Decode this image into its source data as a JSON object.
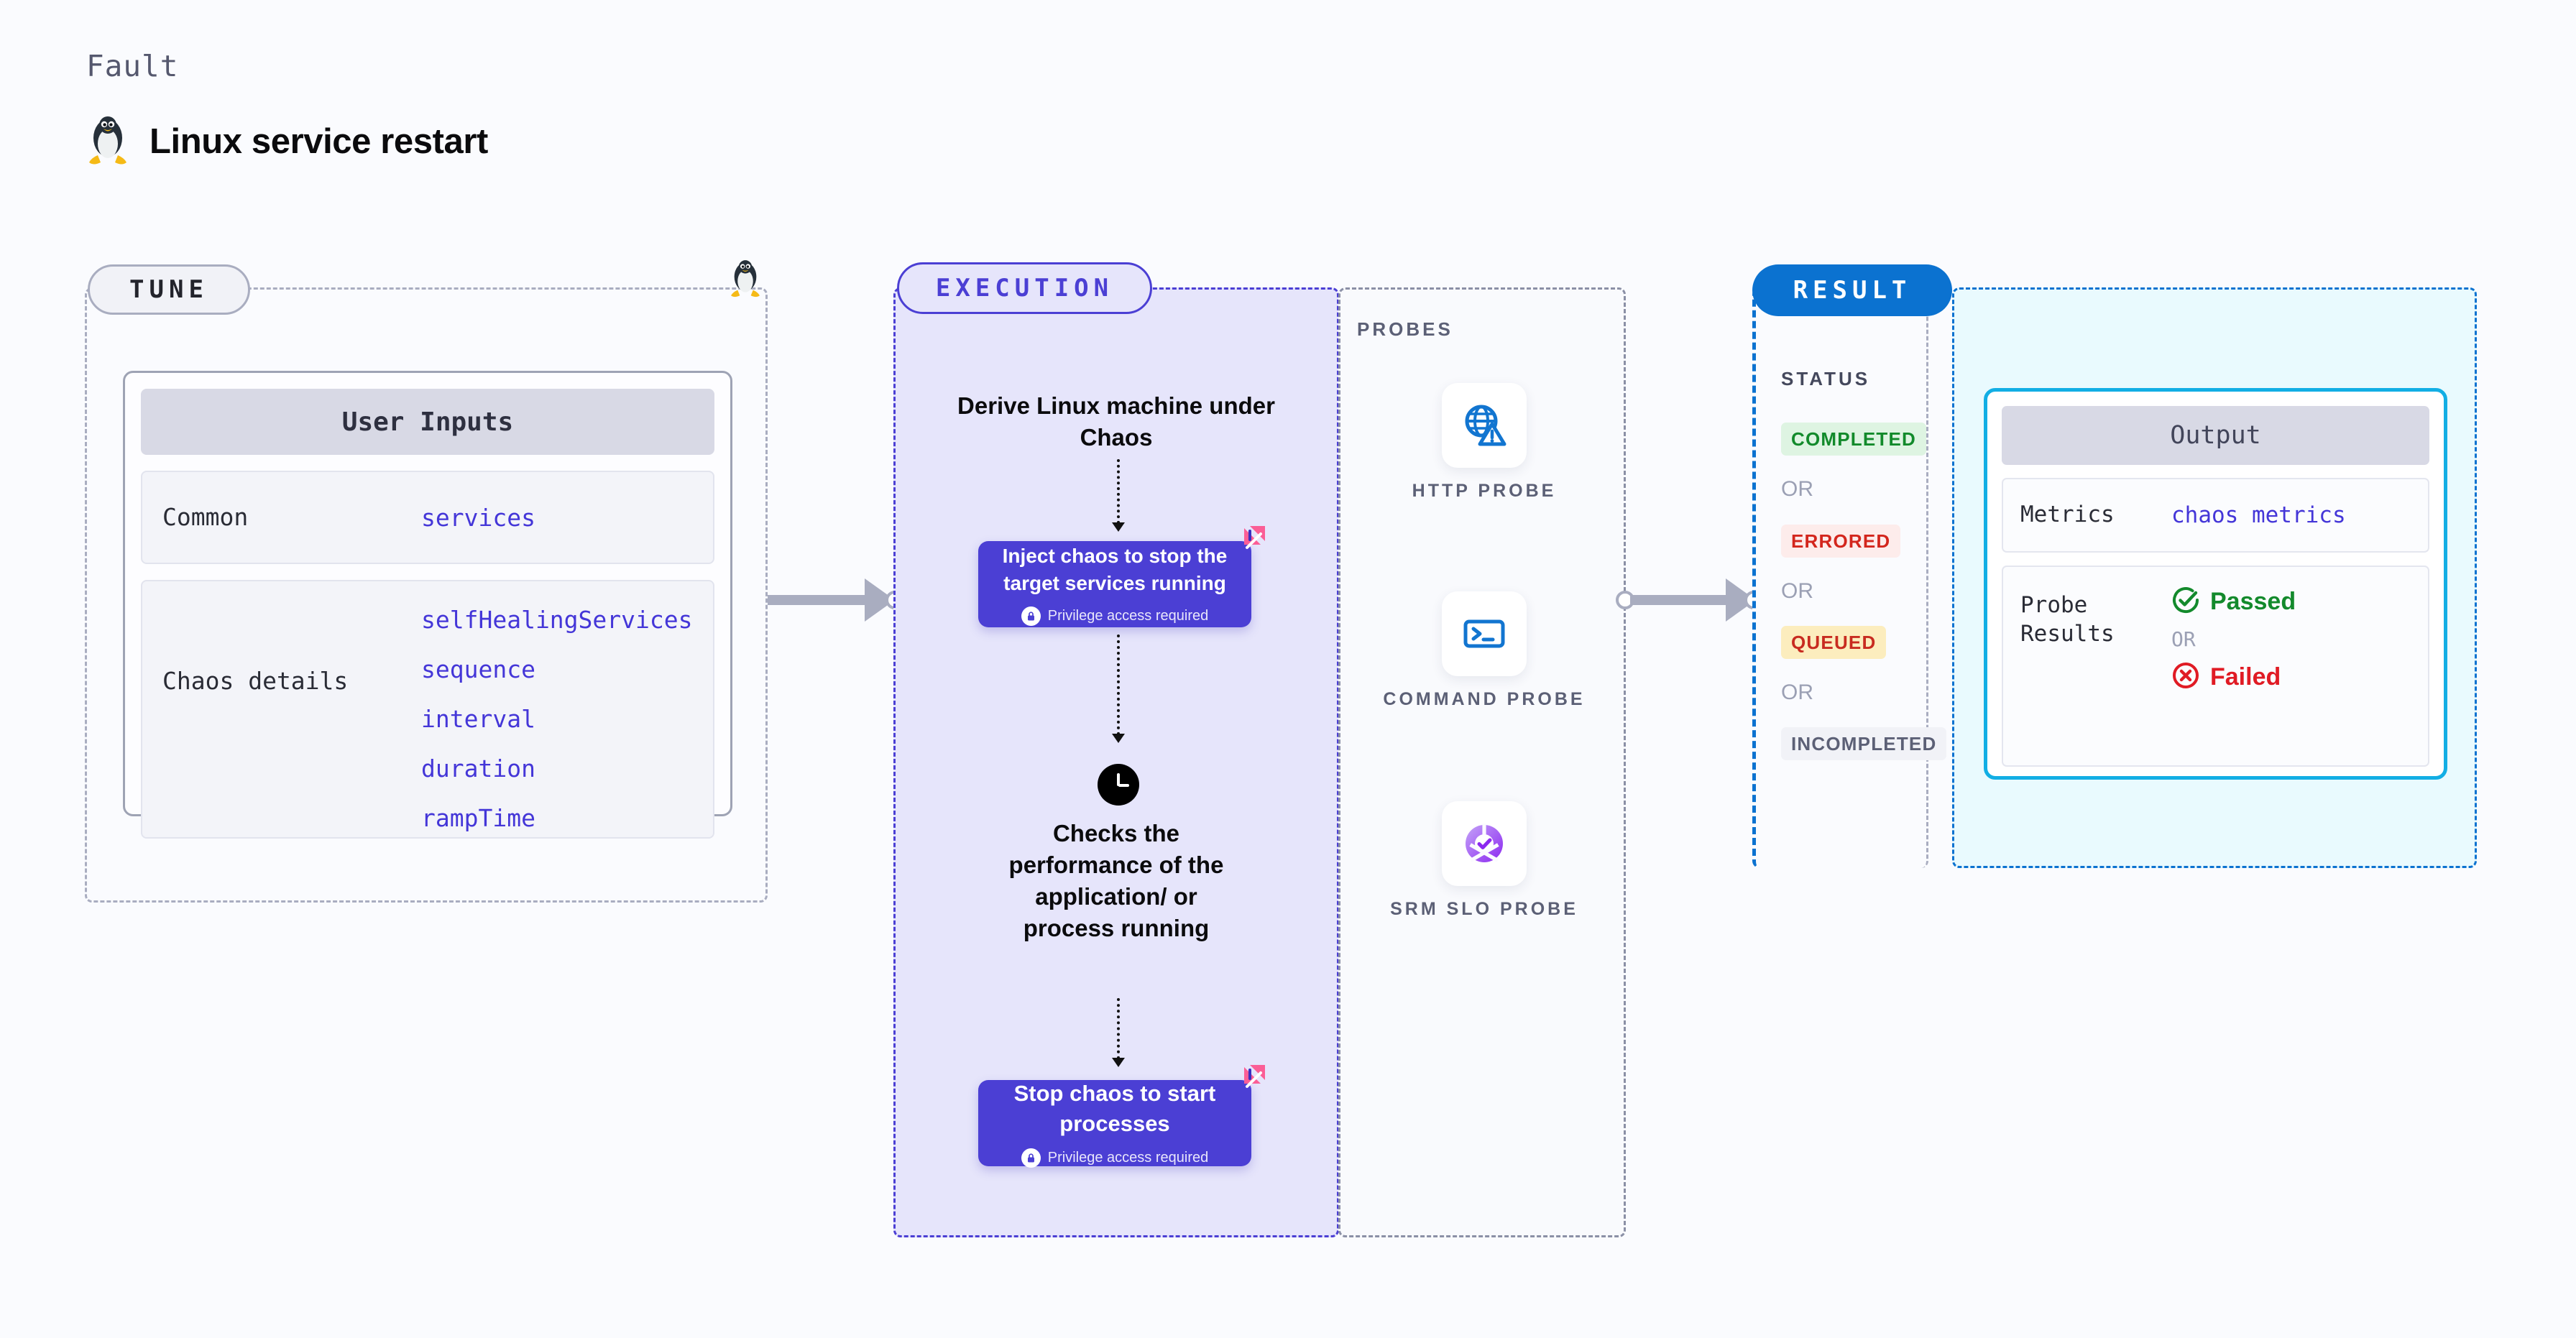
{
  "header": {
    "eyebrow": "Fault",
    "title": "Linux service restart",
    "icon": "linux-penguin-icon"
  },
  "tune": {
    "badge": "TUNE",
    "corner_icon": "linux-penguin-icon",
    "card": {
      "header": "User Inputs",
      "rows": [
        {
          "label": "Common",
          "values": [
            "services"
          ]
        },
        {
          "label": "Chaos details",
          "values": [
            "selfHealingServices",
            "sequence",
            "interval",
            "duration",
            "rampTime"
          ]
        }
      ]
    }
  },
  "execution": {
    "badge": "EXECUTION",
    "steps": [
      {
        "type": "text",
        "text": "Derive Linux machine under Chaos"
      },
      {
        "type": "chaos",
        "title": "Inject chaos to stop the target services running",
        "privilege": "Privilege access required",
        "icon": "harness-chaos-icon"
      },
      {
        "type": "clock",
        "icon": "clock-icon",
        "text": "Checks the performance of the application/ or process running"
      },
      {
        "type": "chaos",
        "title": "Stop chaos to start processes",
        "privilege": "Privilege access required",
        "icon": "harness-chaos-icon"
      }
    ]
  },
  "probes": {
    "label": "PROBES",
    "items": [
      {
        "label": "HTTP PROBE",
        "icon": "globe-warning-icon"
      },
      {
        "label": "COMMAND PROBE",
        "icon": "terminal-icon"
      },
      {
        "label": "SRM SLO PROBE",
        "icon": "slo-donut-check-icon"
      }
    ]
  },
  "result": {
    "badge": "RESULT",
    "status_label": "STATUS",
    "or_label": "OR",
    "statuses": [
      {
        "text": "COMPLETED",
        "color": "#128a2b",
        "bg": "#def4e2"
      },
      {
        "text": "ERRORED",
        "color": "#d3261d",
        "bg": "#fdeceb"
      },
      {
        "text": "QUEUED",
        "color": "#c82b20",
        "bg": "#fcedbe"
      },
      {
        "text": "INCOMPLETED",
        "color": "#5c6076",
        "bg": "#f1f2f7"
      }
    ],
    "output": {
      "header": "Output",
      "metrics_label": "Metrics",
      "metrics_value": "chaos metrics",
      "probe_label": "Probe Results",
      "passed": "Passed",
      "failed": "Failed",
      "or_label": "OR",
      "passed_icon": "check-circle-icon",
      "failed_icon": "x-circle-icon"
    }
  },
  "colors": {
    "accent_purple": "#4b3fd4",
    "accent_blue": "#0b72d0",
    "accent_cyan": "#12aee4",
    "pink": "#fb5e96",
    "pass_green": "#138a2c",
    "fail_red": "#e01b24",
    "link_indigo": "#4436d8"
  }
}
